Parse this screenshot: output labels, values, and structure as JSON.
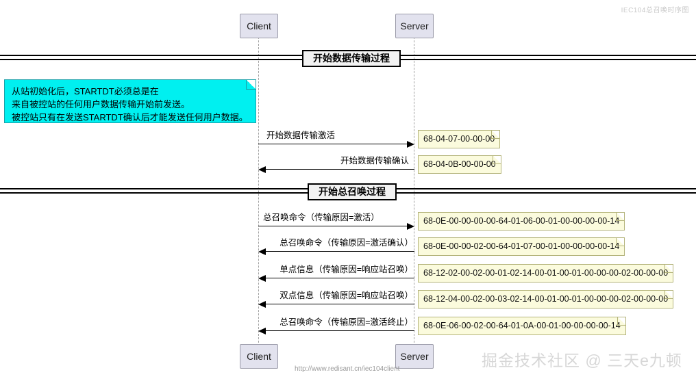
{
  "diagram": {
    "top_watermark": "IEC104总召唤时序图",
    "bottom_watermark": "掘金技术社区 @ 三天e九顿",
    "source_url": "http://www.redisant.cn/iec104client",
    "colors": {
      "note_cyan": "#00F0F0",
      "note_yellow": "#FBFBDD",
      "actor_box": "#E2E2EE",
      "divider_label": "#F2F2F2"
    }
  },
  "participants": {
    "client_top": "Client",
    "server_top": "Server",
    "client_bottom": "Client",
    "server_bottom": "Server"
  },
  "sections": [
    {
      "label": "开始数据传输过程"
    },
    {
      "label": "开始总召唤过程"
    }
  ],
  "note": {
    "line1": "从站初始化后，STARTDT必须总是在",
    "line2": "来自被控站的任何用户数据传输开始前发送。",
    "line3": "被控站只有在发送STARTDT确认后才能发送任何用户数据。"
  },
  "messages": [
    {
      "label": "开始数据传输激活",
      "direction": "client-to-server",
      "frame": "68-04-07-00-00-00"
    },
    {
      "label": "开始数据传输确认",
      "direction": "server-to-client",
      "frame": "68-04-0B-00-00-00"
    },
    {
      "label": "总召唤命令（传输原因=激活）",
      "direction": "client-to-server",
      "frame": "68-0E-00-00-00-00-64-01-06-00-01-00-00-00-00-14"
    },
    {
      "label": "总召唤命令（传输原因=激活确认）",
      "direction": "server-to-client",
      "frame": "68-0E-00-00-02-00-64-01-07-00-01-00-00-00-00-14"
    },
    {
      "label": "单点信息（传输原因=响应站召唤）",
      "direction": "server-to-client",
      "frame": "68-12-02-00-02-00-01-02-14-00-01-00-01-00-00-00-02-00-00-00"
    },
    {
      "label": "双点信息（传输原因=响应站召唤）",
      "direction": "server-to-client",
      "frame": "68-12-04-00-02-00-03-02-14-00-01-00-01-00-00-00-02-00-00-00"
    },
    {
      "label": "总召唤命令（传输原因=激活终止）",
      "direction": "server-to-client",
      "frame": "68-0E-06-00-02-00-64-01-0A-00-01-00-00-00-00-14"
    }
  ]
}
